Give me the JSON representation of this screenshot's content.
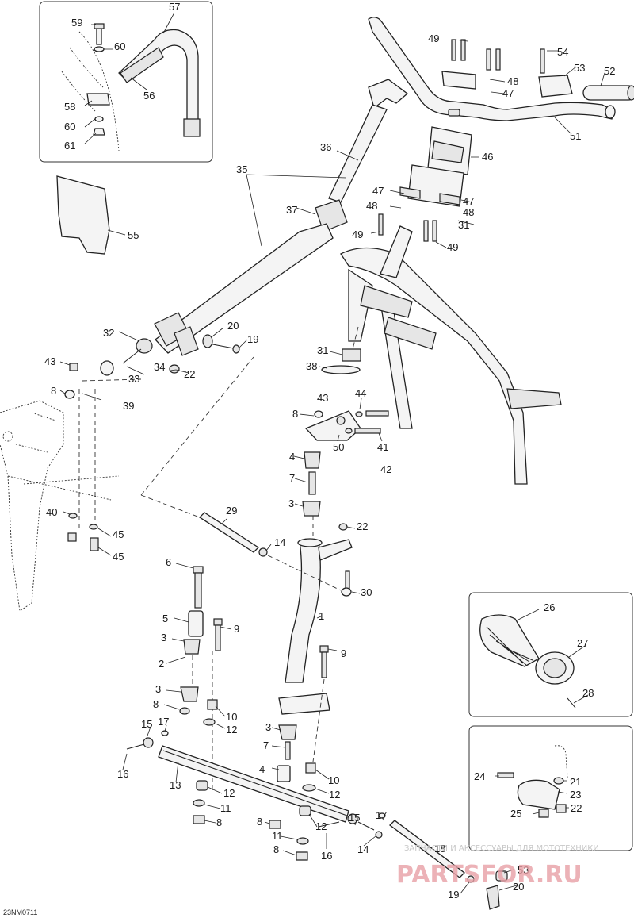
{
  "drawing_code": "23NM0711",
  "watermark": {
    "line1": "ЗАПЧАСТИ И АКСЕССУАРЫ ДЛЯ МОТОТЕХНИКИ",
    "line2": "PARTSFOR.RU"
  },
  "callouts": [
    "59",
    "57",
    "60",
    "56",
    "58",
    "60",
    "61",
    "55",
    "49",
    "54",
    "53",
    "52",
    "48",
    "47",
    "51",
    "46",
    "36",
    "35",
    "37",
    "47",
    "48",
    "47",
    "48",
    "31",
    "49",
    "49",
    "32",
    "20",
    "19",
    "43",
    "34",
    "22",
    "33",
    "31",
    "38",
    "8",
    "39",
    "43",
    "44",
    "8",
    "50",
    "41",
    "4",
    "42",
    "7",
    "3",
    "29",
    "22",
    "40",
    "45",
    "45",
    "14",
    "6",
    "30",
    "1",
    "5",
    "9",
    "3",
    "2",
    "9",
    "3",
    "8",
    "10",
    "12",
    "15",
    "17",
    "3",
    "7",
    "16",
    "13",
    "4",
    "10",
    "12",
    "12",
    "11",
    "8",
    "15",
    "17",
    "8",
    "11",
    "12",
    "14",
    "16",
    "8",
    "53",
    "18",
    "19",
    "20",
    "26",
    "27",
    "28",
    "24",
    "21",
    "23",
    "25",
    "22"
  ]
}
